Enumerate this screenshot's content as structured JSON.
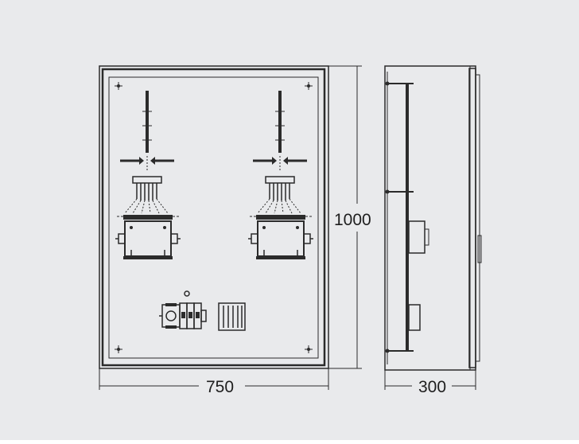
{
  "background_color": "#e9eaec",
  "line_color": "#2b2b2b",
  "dimensions": {
    "width_label": "750",
    "height_label": "1000",
    "depth_label": "300"
  }
}
